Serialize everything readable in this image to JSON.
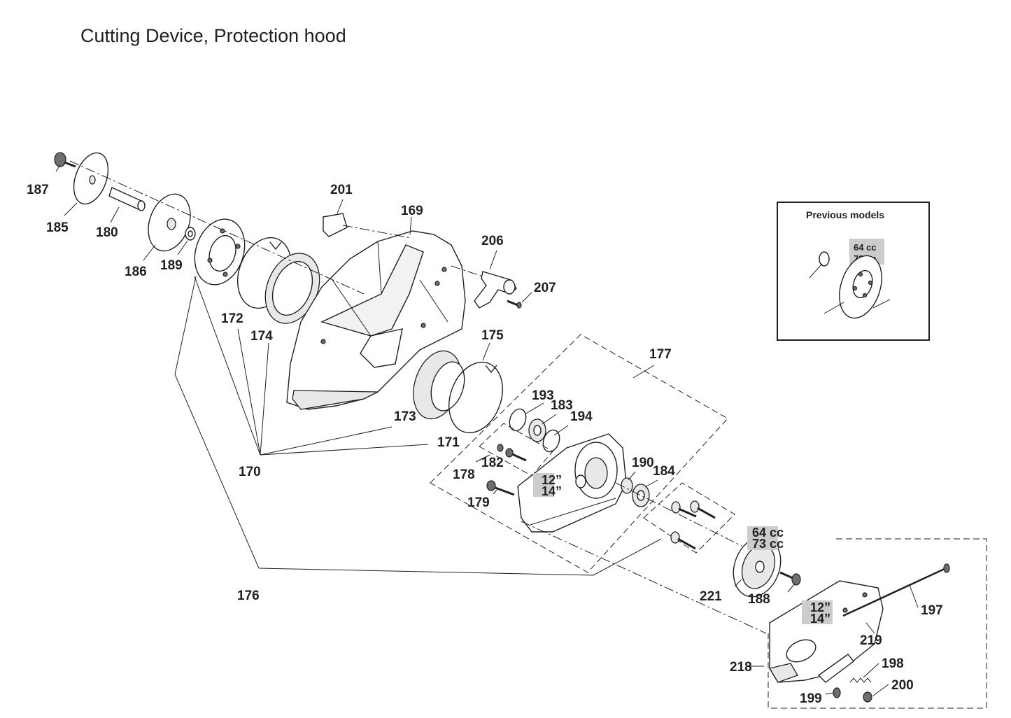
{
  "title": "Cutting Device, Protection hood",
  "inset": {
    "title": "Previous models",
    "variant_1": "64 cc",
    "variant_2": "73 cc"
  },
  "variants": {
    "cc_1": "64 cc",
    "cc_2": "73 cc",
    "size_1": "12”",
    "size_2": "14”"
  },
  "parts": {
    "p169": "169",
    "p170": "170",
    "p171": "171",
    "p172": "172",
    "p173": "173",
    "p174": "174",
    "p175": "175",
    "p176": "176",
    "p177": "177",
    "p178": "178",
    "p179": "179",
    "p180": "180",
    "p182": "182",
    "p183": "183",
    "p184": "184",
    "p185": "185",
    "p186": "186",
    "p187": "187",
    "p188": "188",
    "p189": "189",
    "p190": "190",
    "p193": "193",
    "p194": "194",
    "p197": "197",
    "p198": "198",
    "p199": "199",
    "p200": "200",
    "p201": "201",
    "p206": "206",
    "p207": "207",
    "p218": "218",
    "p219": "219",
    "p221": "221"
  }
}
